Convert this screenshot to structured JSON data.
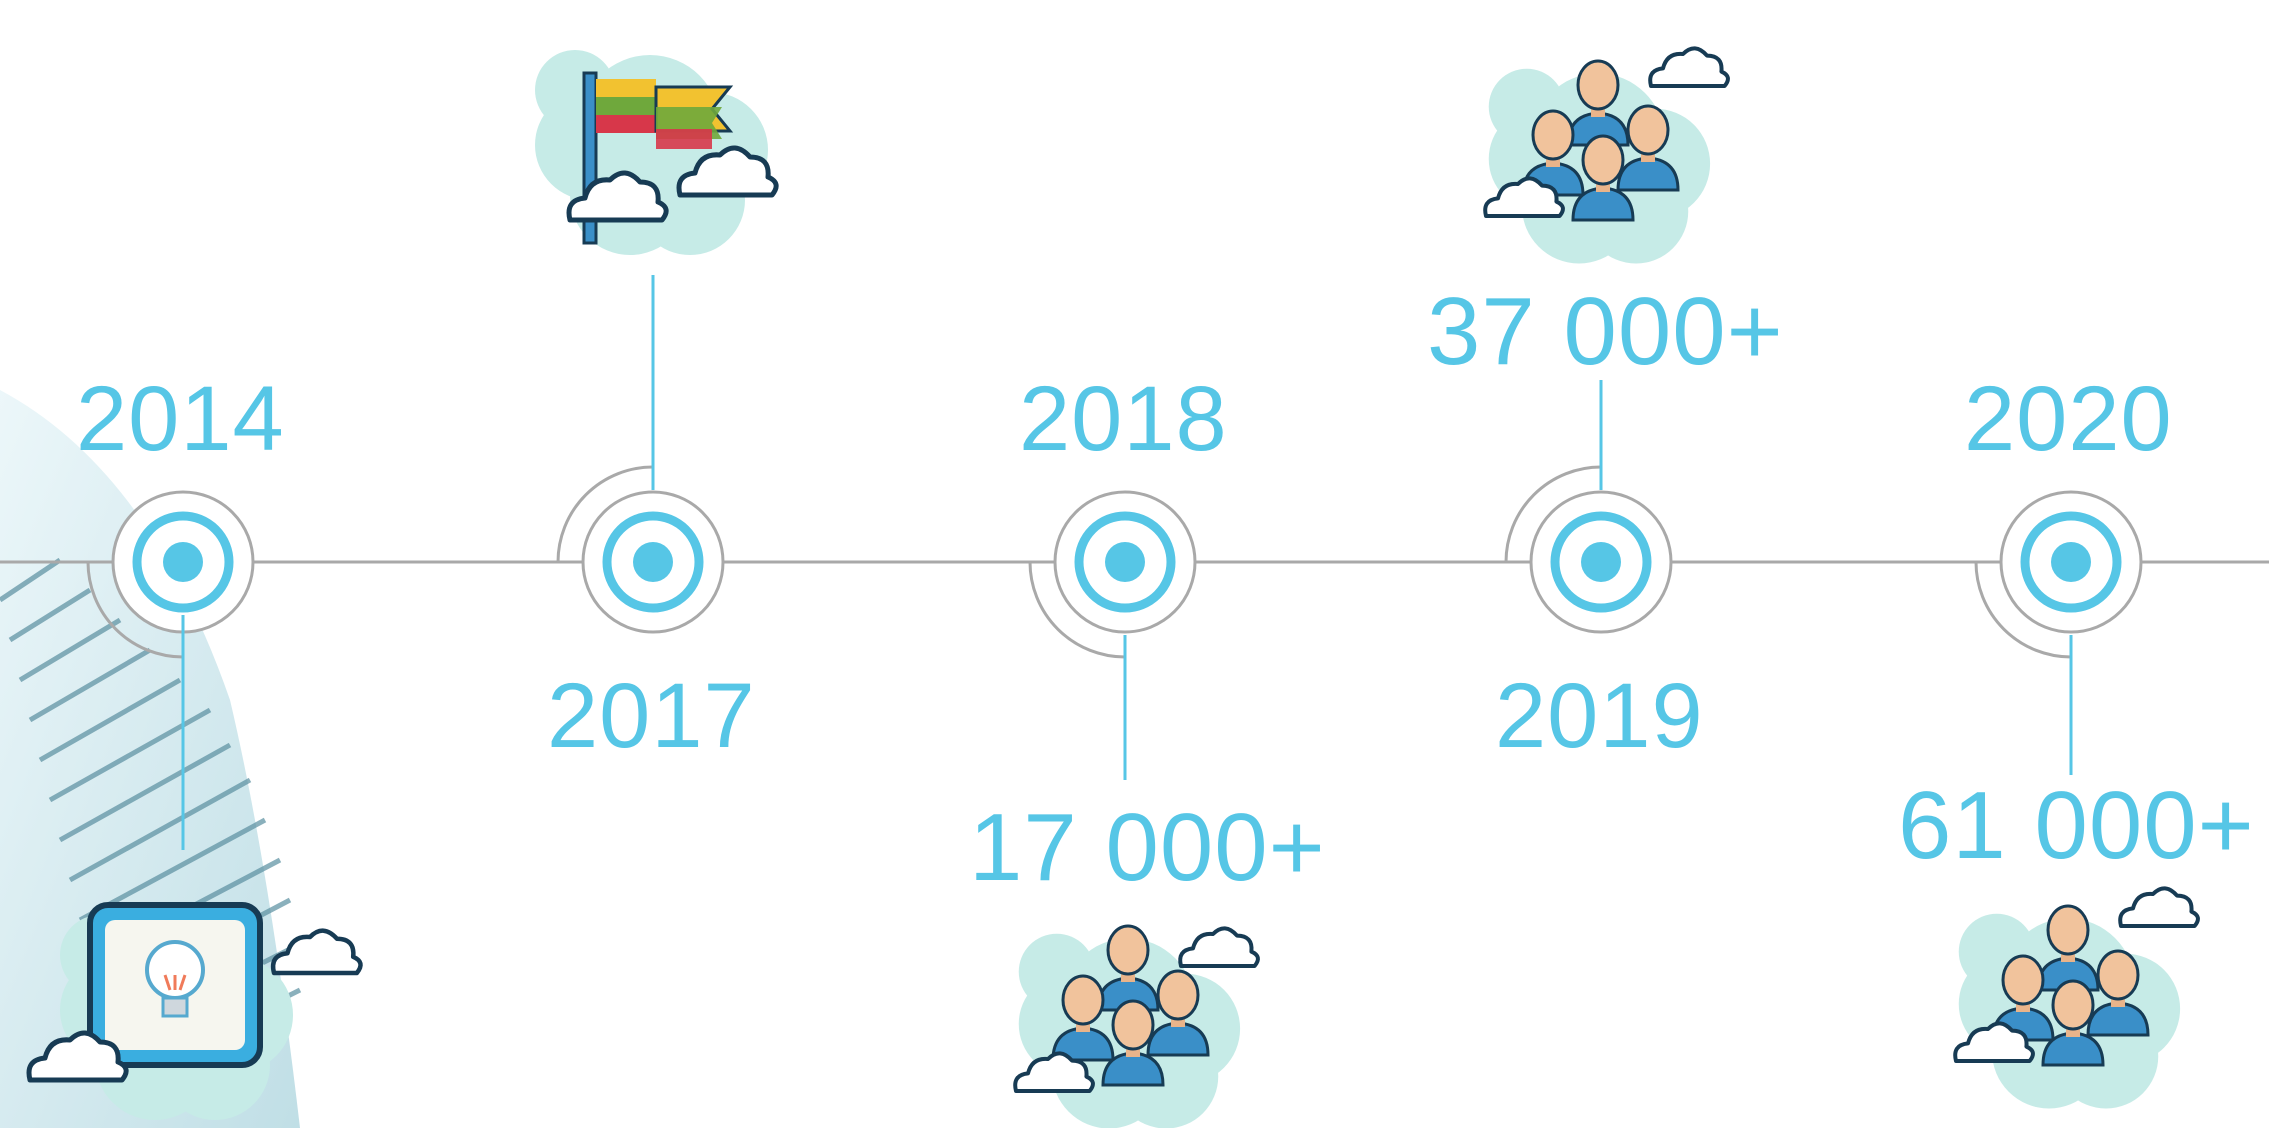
{
  "colors": {
    "accent": "#56c6e6",
    "axis": "#a9a9a9",
    "cloud": "#c6ebe7",
    "icon_outline": "#173b54"
  },
  "timeline": {
    "milestones": [
      {
        "year": "2014",
        "icon": "lightbulb-icon",
        "caption": ""
      },
      {
        "year": "2017",
        "icon": "flag-icon",
        "caption": ""
      },
      {
        "year": "2018",
        "icon": "people-group-icon",
        "caption": "17 000+"
      },
      {
        "year": "2019",
        "icon": "people-group-icon",
        "caption": "37 000+"
      },
      {
        "year": "2020",
        "icon": "people-group-icon",
        "caption": "61 000+"
      }
    ]
  }
}
